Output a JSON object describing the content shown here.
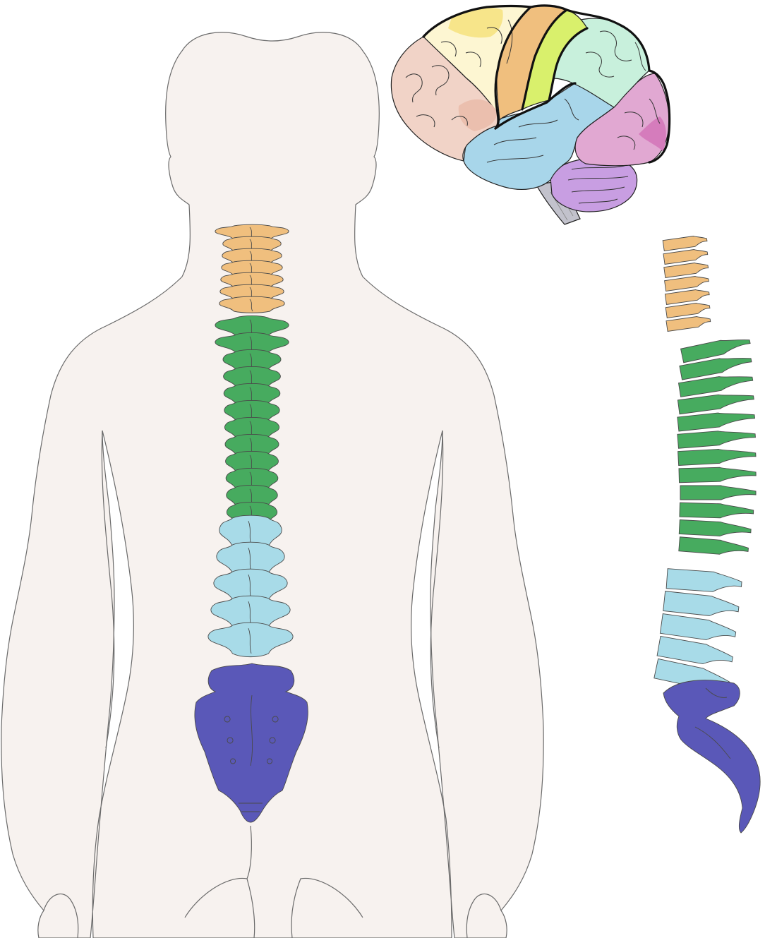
{
  "colors": {
    "background": "#ffffff",
    "body_fill": "#f7f2ef",
    "body_stroke": "#6b6b6b",
    "cervical": "#f0bf7e",
    "thoracic": "#47ab5f",
    "lumbar": "#a8dbe8",
    "sacral": "#5a58b8",
    "brain_frontal": "#f1d3c7",
    "brain_frontal_shade": "#ebbfae",
    "brain_prefrontal_top": "#fdf6d2",
    "brain_motor_yellow": "#f7e58a",
    "brain_motor": "#f0bf7e",
    "brain_sensory": "#d9f06c",
    "brain_parietal": "#c8f0dc",
    "brain_temporal": "#a8d6ea",
    "brain_occipital": "#e1a8d2",
    "brain_occipital_shade": "#d57cbc",
    "brain_cerebellum": "#c89ee2",
    "brain_stem": "#c2c2cc"
  },
  "figures": {
    "back_view": {
      "spine_regions": [
        "cervical",
        "thoracic",
        "lumbar",
        "sacral"
      ]
    },
    "side_view": {
      "spine_regions": [
        "cervical",
        "thoracic",
        "lumbar",
        "sacral"
      ]
    },
    "brain": {
      "regions": [
        "frontal",
        "motor",
        "sensory",
        "parietal",
        "temporal",
        "occipital",
        "cerebellum",
        "brainstem"
      ]
    }
  }
}
